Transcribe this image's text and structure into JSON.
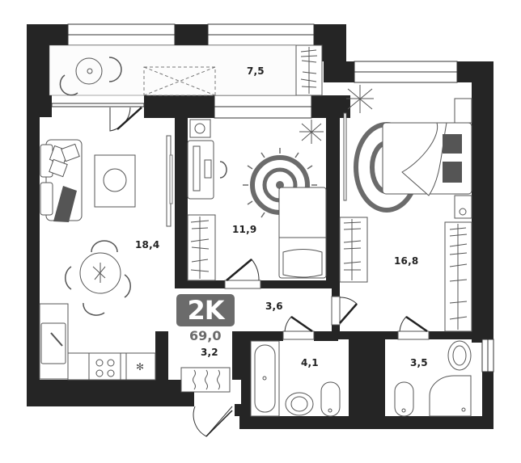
{
  "plan": {
    "type_badge": "2K",
    "total_area": "69,0",
    "colors": {
      "wall": "#252525",
      "badge": "#6b6b6b",
      "decor": "#6b6b6b",
      "line": "#555555",
      "floor": "#ffffff"
    },
    "rooms": [
      {
        "id": "balcony",
        "area": "7,5"
      },
      {
        "id": "living-kitchen",
        "area": "18,4"
      },
      {
        "id": "bedroom-small",
        "area": "11,9"
      },
      {
        "id": "bedroom-large",
        "area": "16,8"
      },
      {
        "id": "corridor",
        "area": "3,6"
      },
      {
        "id": "hallway",
        "area": "3,2"
      },
      {
        "id": "bathroom",
        "area": "4,1"
      },
      {
        "id": "toilet",
        "area": "3,5"
      }
    ]
  }
}
